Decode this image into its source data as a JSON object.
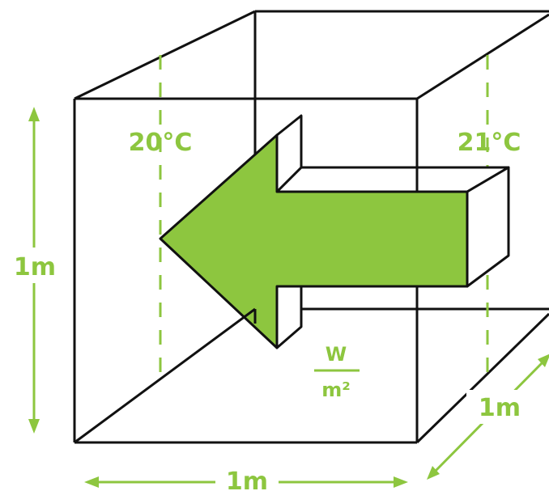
{
  "labels": {
    "temp_left": "20°C",
    "temp_right": "21°C",
    "height": "1m",
    "width": "1m",
    "depth": "1m",
    "unit_numerator": "W",
    "unit_denominator": "m²"
  },
  "colors": {
    "accent": "#8dc63f",
    "outline": "#111111",
    "label_background": "#ffffff"
  },
  "icons": {
    "arrow": "heat-flow-arrow-icon"
  }
}
